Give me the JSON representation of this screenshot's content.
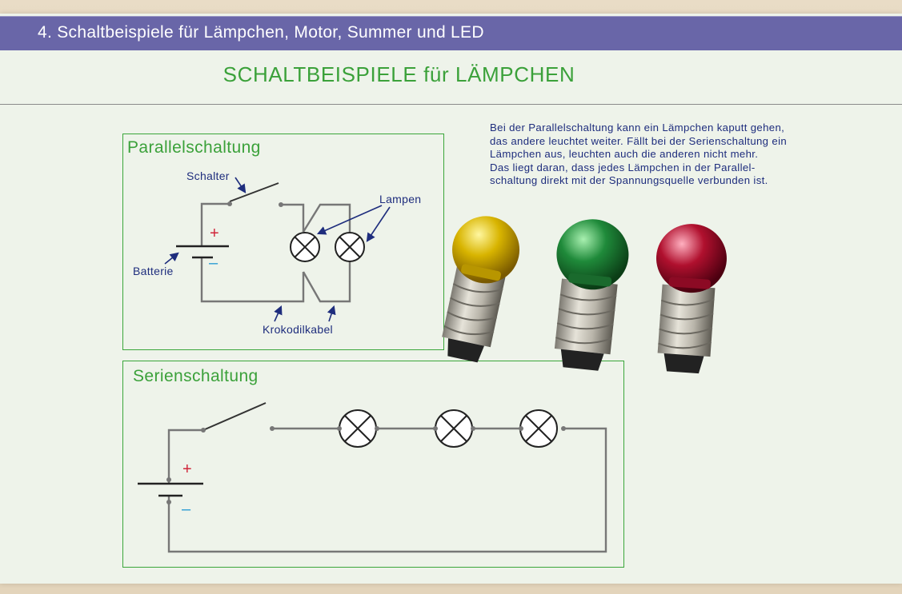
{
  "header": {
    "title": "4. Schaltbeispiele für Lämpchen, Motor, Summer und LED"
  },
  "page": {
    "title": "SCHALTBEISPIELE für LÄMPCHEN"
  },
  "description": {
    "lines": [
      "Bei der Parallelschaltung kann ein Lämpchen kaputt gehen,",
      "das andere leuchtet weiter. Fällt bei der Serienschaltung ein",
      "Lämpchen aus, leuchten auch die anderen nicht mehr.",
      "Das liegt daran, dass jedes Lämpchen in der Parallel-",
      "schaltung direkt mit der Spannungsquelle verbunden ist."
    ]
  },
  "parallel": {
    "title": "Parallelschaltung",
    "labels": {
      "switch": "Schalter",
      "lamps": "Lampen",
      "battery": "Batterie",
      "clip_cable": "Krokodilkabel",
      "plus": "+",
      "minus": "–"
    }
  },
  "series": {
    "title": "Serienschaltung",
    "labels": {
      "plus": "+",
      "minus": "–"
    }
  },
  "bulbs": [
    {
      "color": "yellow",
      "glass": "#d8b400"
    },
    {
      "color": "green",
      "glass": "#1f8a3a"
    },
    {
      "color": "red",
      "glass": "#b0102e"
    }
  ],
  "colors": {
    "header_bar": "#6966a8",
    "accent_green": "#3ba13a",
    "text_blue": "#1e2d7d",
    "wire": "#777777",
    "plus_red": "#d0263a",
    "minus_blue": "#2a9bd4"
  }
}
